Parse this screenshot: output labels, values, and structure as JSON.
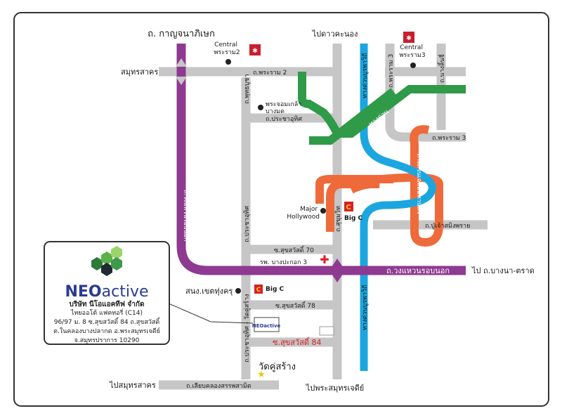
{
  "labels": {
    "kanchanaphisek_road": "ถ. กาญจนาภิเษก",
    "to_dao_khanong": "ไปดาวคะนอง",
    "central_rama2": "Central\nพระราม2",
    "central_rama3": "Central\nพระราม3",
    "samut_sakhon": "สมุทรสาคร",
    "rama2_road": "ถ.พระราม 2",
    "phuttha_bucha": "ถ.พุทธบูชา",
    "phra_chom_klao": "พระจอมเกล้า\nบางมด",
    "pracha_uthit_top": "ถ.ประชาอุทิศ",
    "rama3_vertical": "ถ.พระราม 3",
    "nang_linchi": "ถ.นางลิ้นจี่",
    "rama3_road": "ถ.พระราม 3",
    "tollway": "ทางด่วน",
    "express_vertical": "ทางด่วนเฉลิมมหานคร",
    "outer_ring_vertical": "ถ.วงแหวนรอบนอก",
    "expressway_burapha": "ทางด่วนบูรพาวิถี",
    "major_hollywood": "Major\nHollywood",
    "sukhumvit_vertical": "ถ.สุขุมวิท",
    "big_c_label": "Big C",
    "pu_chao_saming_phrai": "ถ.ปู่เจ้าสมิงพราย",
    "pracha_uthit_mid": "ถ.ประชาอุทิศ",
    "soi_sukhumvit_70": "ซ.สุขสวัสดิ์ 70",
    "bang_pakok_hospital": "รพ. บางปะกอก 3",
    "outer_ring_road": "ถ.วงแหวนรอบนอก",
    "to_bang_na_trat": "ไป ถ.บางนา-ตราด",
    "district_office": "สนง.เขตทุ่งครุ",
    "big_c_small": "Big C",
    "soi_sukhumvit_78": "ซ.สุขสวัสดิ์ 78",
    "pracha_uthit_bottom": "ถ.ประชาอุทิศ - วัดคู่สร้าง",
    "soi_sukhumvit_84": "ซ.สุขสวัสดิ์ 84",
    "wat_khu_sang": "วัดคู่สร้าง",
    "to_samut_sakhon_bottom": "ไปสมุทรสาคร",
    "liab_khlong_road": "ถ.เลียบคลองสรรพสามิต",
    "to_samut_prakan": "ไปพระสมุทรเจดีย์"
  },
  "company": {
    "logo_neo": "NEO",
    "logo_active": "active",
    "name": "บริษัท นีโอแอคทีฟ จำกัด",
    "line1": "ไทยออโต้ แฟคทอรี่ (C14)",
    "line2": "96/97 ม. 8 ซ.สุขสวัสดิ์ 84 ถ.สุขสวัสดิ์",
    "line3": "ต.ในคลองบางปลากด อ.พระสมุทรเจดีย์",
    "line4": "จ.สมุทรปราการ 10290"
  },
  "colors": {
    "road": "#c6c6c6",
    "outer_ring": "#8e3a91",
    "expressway_green": "#2f9a47",
    "expressway_orange": "#ef6a3a",
    "expressway_blue": "#1ca6df",
    "central_red": "#c8202f",
    "hospital_red": "#e21d2b"
  }
}
